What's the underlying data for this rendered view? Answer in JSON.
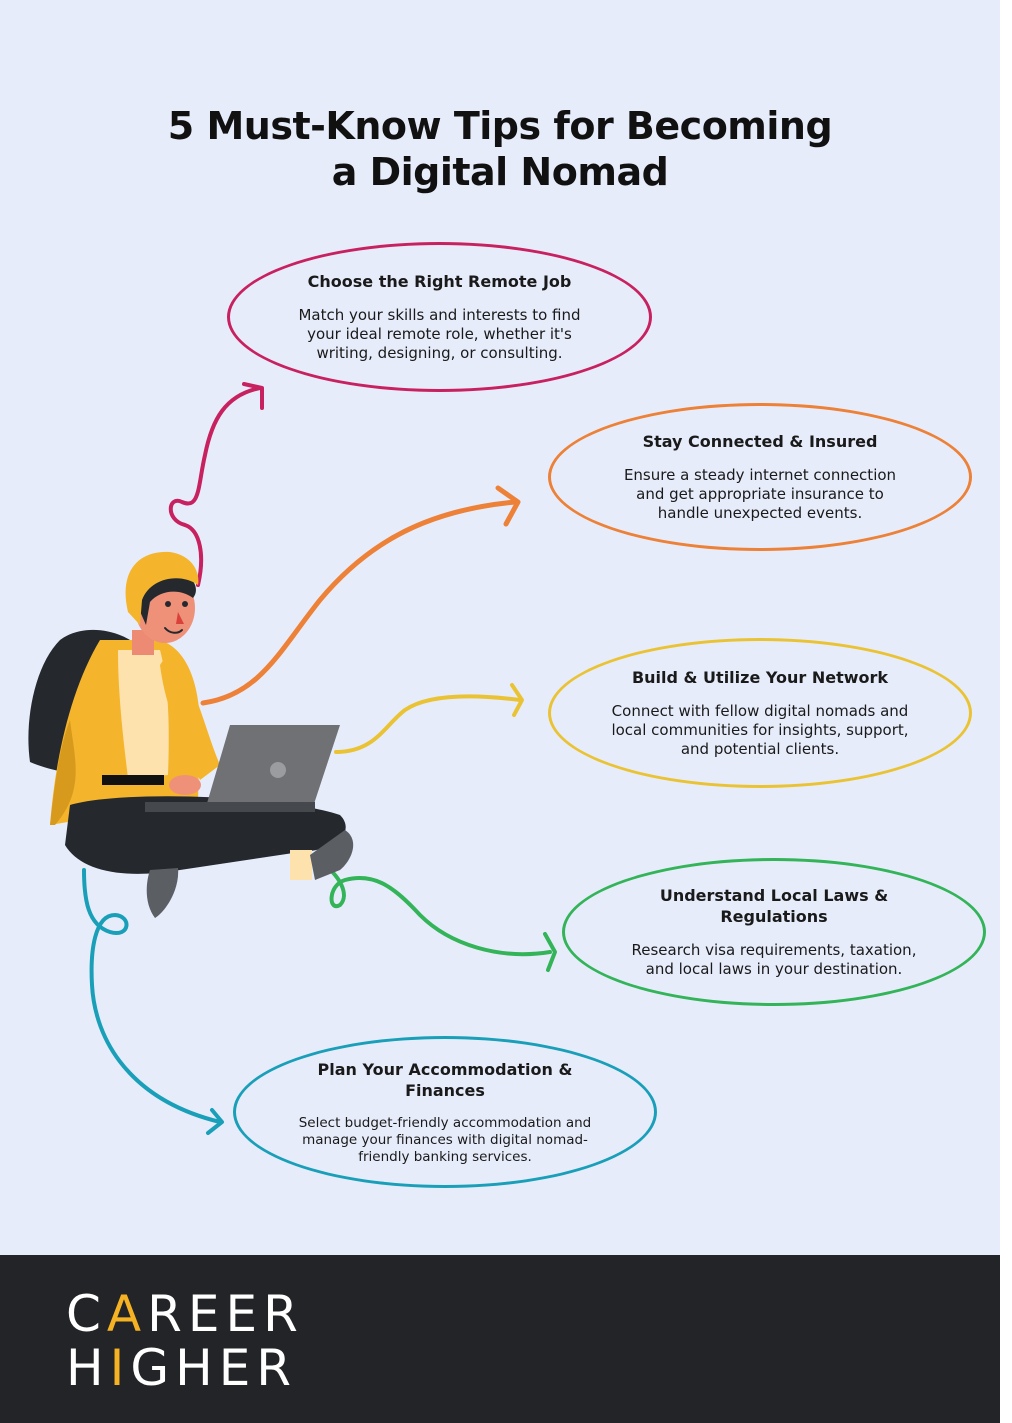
{
  "title": {
    "line1": "5 Must-Know Tips for Becoming",
    "line2": "a Digital Nomad"
  },
  "tips": [
    {
      "heading": "Choose the Right Remote Job",
      "body": "Match your skills and interests to find your ideal remote role, whether it's writing, designing, or consulting.",
      "color": "#c8215f"
    },
    {
      "heading": "Stay Connected & Insured",
      "body": "Ensure a steady internet connection and get appropriate insurance to handle unexpected events.",
      "color": "#ec8137"
    },
    {
      "heading": "Build & Utilize Your Network",
      "body": "Connect with fellow digital nomads and local communities for insights, support, and potential clients.",
      "color": "#eac335"
    },
    {
      "heading": "Understand Local Laws & Regulations",
      "body": "Research visa requirements, taxation, and local laws in your destination.",
      "color": "#33b458"
    },
    {
      "heading": "Plan Your Accommodation & Finances",
      "body": "Select budget-friendly accommodation and manage your finances with digital nomad-friendly banking services.",
      "color": "#1a9fb9"
    }
  ],
  "logo": {
    "line1_a": "C",
    "line1_accent": "A",
    "line1_b": "REER",
    "line2_a": "H",
    "line2_accent": "I",
    "line2_b": "GHER",
    "accent_color": "#f5b324"
  }
}
